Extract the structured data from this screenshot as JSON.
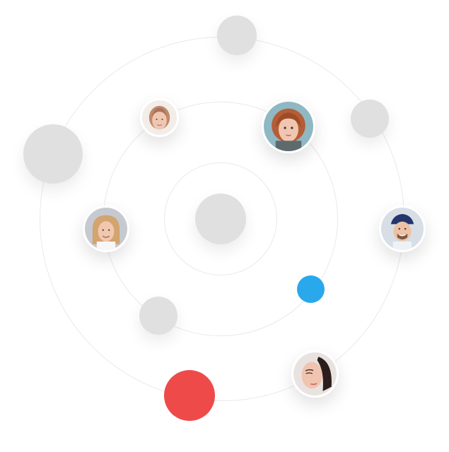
{
  "diagram": {
    "nodes": [
      {
        "name": "center-node",
        "kind": "placeholder"
      },
      {
        "name": "top-node",
        "kind": "placeholder"
      },
      {
        "name": "right-node",
        "kind": "placeholder"
      },
      {
        "name": "left-large-node",
        "kind": "placeholder"
      },
      {
        "name": "lower-left-node",
        "kind": "placeholder"
      },
      {
        "name": "blue-dot",
        "kind": "accent",
        "color": "#29A8EC"
      },
      {
        "name": "red-dot",
        "kind": "accent",
        "color": "#EF4A4A"
      }
    ],
    "avatars": [
      {
        "name": "avatar-top-left"
      },
      {
        "name": "avatar-top-right"
      },
      {
        "name": "avatar-left"
      },
      {
        "name": "avatar-right"
      },
      {
        "name": "avatar-bottom-right"
      }
    ],
    "colors": {
      "orbit": "#e9e9e9",
      "placeholder": "#e0e0e0",
      "accent_blue": "#29A8EC",
      "accent_red": "#EF4A4A"
    }
  }
}
